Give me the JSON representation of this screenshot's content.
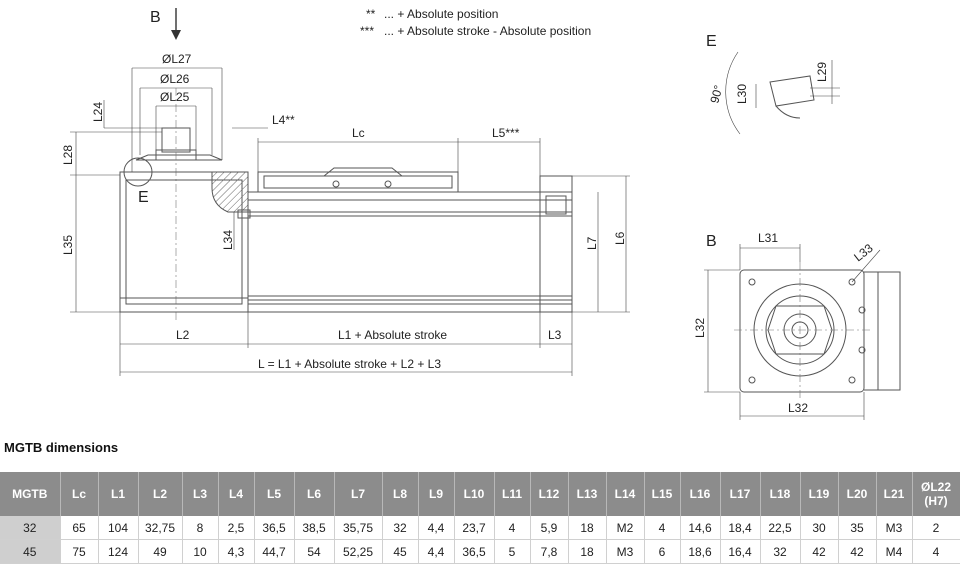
{
  "drawing": {
    "view_label_b": "B",
    "view_label_e": "E",
    "notes": [
      {
        "mark": "**",
        "text": "... + Absolute position"
      },
      {
        "mark": "***",
        "text": "... + Absolute stroke - Absolute position"
      }
    ],
    "labels": {
      "L27": "ØL27",
      "L26": "ØL26",
      "L25": "ØL25",
      "L24": "L24",
      "L28": "L28",
      "L35": "L35",
      "L34": "L34",
      "L4": "L4**",
      "Lc": "Lc",
      "L5": "L5***",
      "L7": "L7",
      "L6": "L6",
      "L2": "L2",
      "L1_stroke": "L1 + Absolute stroke",
      "L3": "L3",
      "L_total": "L = L1 + Absolute stroke + L2 + L3",
      "L30": "L30",
      "L29": "L29",
      "angle": "90°",
      "L31": "L31",
      "L33": "L33",
      "L32_side": "L32",
      "L32_bottom": "L32"
    }
  },
  "table": {
    "title": "MGTB dimensions",
    "headers": [
      "MGTB",
      "Lc",
      "L1",
      "L2",
      "L3",
      "L4",
      "L5",
      "L6",
      "L7",
      "L8",
      "L9",
      "L10",
      "L11",
      "L12",
      "L13",
      "L14",
      "L15",
      "L16",
      "L17",
      "L18",
      "L19",
      "L20",
      "L21",
      "ØL22\n(H7)"
    ],
    "rows": [
      [
        "32",
        "65",
        "104",
        "32,75",
        "8",
        "2,5",
        "36,5",
        "38,5",
        "35,75",
        "32",
        "4,4",
        "23,7",
        "4",
        "5,9",
        "18",
        "M2",
        "4",
        "14,6",
        "18,4",
        "22,5",
        "30",
        "35",
        "M3",
        "2"
      ],
      [
        "45",
        "75",
        "124",
        "49",
        "10",
        "4,3",
        "44,7",
        "54",
        "52,25",
        "45",
        "4,4",
        "36,5",
        "5",
        "7,8",
        "18",
        "M3",
        "6",
        "18,6",
        "16,4",
        "32",
        "42",
        "42",
        "M4",
        "4"
      ]
    ]
  }
}
